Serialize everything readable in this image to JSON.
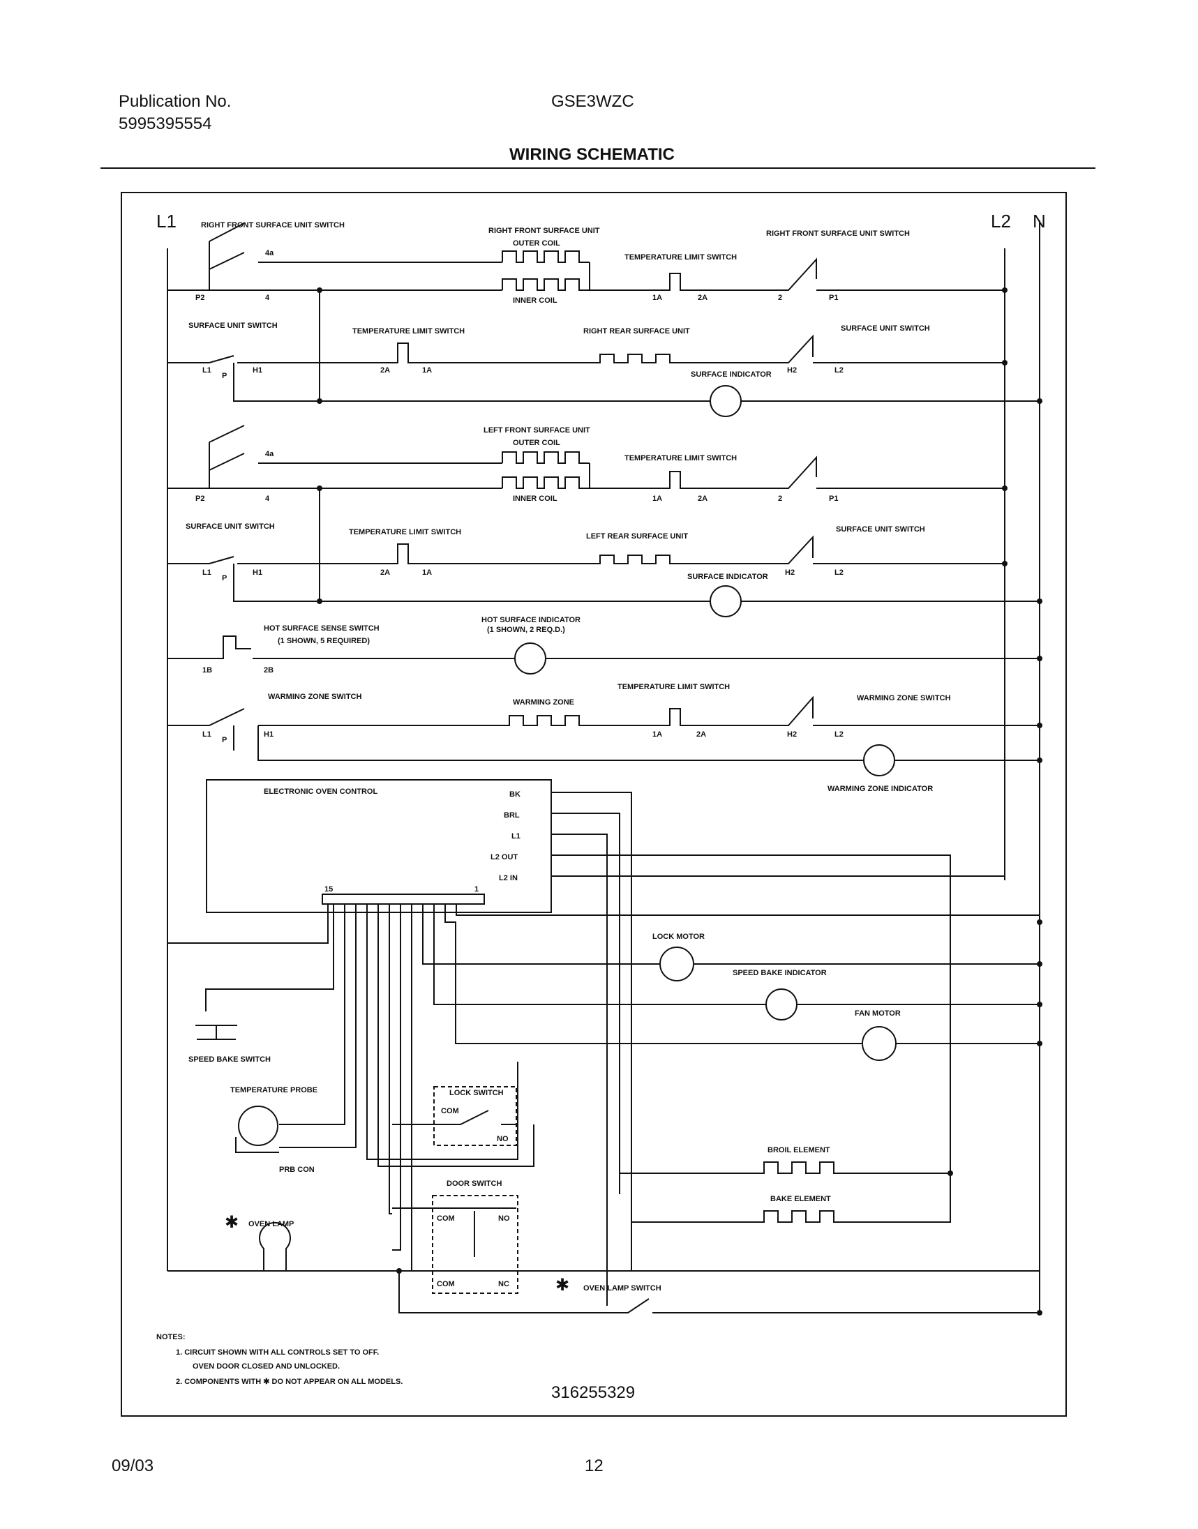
{
  "header": {
    "publication_label": "Publication No.",
    "publication_number": "5995395554",
    "model": "GSE3WZC",
    "title": "WIRING SCHEMATIC"
  },
  "footer": {
    "date": "09/03",
    "page": "12"
  },
  "diagram": {
    "bus_l1": "L1",
    "bus_l2": "L2",
    "bus_n": "N",
    "rf_switch_left": "RIGHT FRONT SURFACE UNIT SWITCH",
    "rf_unit": "RIGHT FRONT SURFACE UNIT",
    "outer_coil": "OUTER COIL",
    "inner_coil": "INNER COIL",
    "temp_limit_switch": "TEMPERATURE LIMIT SWITCH",
    "rf_switch_right": "RIGHT FRONT SURFACE UNIT SWITCH",
    "surface_unit_switch": "SURFACE UNIT SWITCH",
    "rr_unit": "RIGHT REAR SURFACE UNIT",
    "surface_indicator": "SURFACE INDICATOR",
    "lf_unit": "LEFT FRONT SURFACE UNIT",
    "lr_unit": "LEFT REAR SURFACE UNIT",
    "hot_surface_sense": "HOT SURFACE SENSE SWITCH",
    "hot_surface_sense_note": "(1 SHOWN, 5 REQUIRED)",
    "hot_surface_indicator": "HOT SURFACE INDICATOR",
    "hot_surface_indicator_note": "(1 SHOWN, 2 REQ.D.)",
    "warming_zone_switch": "WARMING ZONE SWITCH",
    "warming_zone": "WARMING ZONE",
    "warming_zone_indicator": "WARMING ZONE INDICATOR",
    "eoc": "ELECTRONIC OVEN CONTROL",
    "eoc_terms": [
      "BK",
      "BRL",
      "L1",
      "L2 OUT",
      "L2 IN"
    ],
    "connector_left": "15",
    "connector_right": "1",
    "lock_motor": "LOCK MOTOR",
    "speed_bake_indicator": "SPEED BAKE INDICATOR",
    "fan_motor": "FAN MOTOR",
    "speed_bake_switch": "SPEED BAKE SWITCH",
    "temp_probe": "TEMPERATURE PROBE",
    "prb_con": "PRB CON",
    "lock_switch": "LOCK SWITCH",
    "com": "COM",
    "no": "NO",
    "nc": "NC",
    "door_switch": "DOOR SWITCH",
    "broil_element": "BROIL ELEMENT",
    "bake_element": "BAKE ELEMENT",
    "oven_lamp": "OVEN LAMP",
    "oven_lamp_switch": "OVEN LAMP SWITCH",
    "asterisk": "✱",
    "terms": {
      "4a": "4a",
      "4": "4",
      "p2": "P2",
      "p1": "P1",
      "1a": "1A",
      "2a": "2A",
      "two": "2",
      "l1": "L1",
      "h1": "H1",
      "h2": "H2",
      "l2": "L2",
      "p": "P",
      "1b": "1B",
      "2b": "2B"
    },
    "notes_title": "NOTES:",
    "note1_a": "1.  CIRCUIT SHOWN WITH ALL CONTROLS SET TO OFF.",
    "note1_b": "OVEN DOOR CLOSED AND UNLOCKED.",
    "note2": "2.  COMPONENTS WITH ✱ DO NOT APPEAR ON ALL MODELS.",
    "drawing_number": "316255329"
  }
}
